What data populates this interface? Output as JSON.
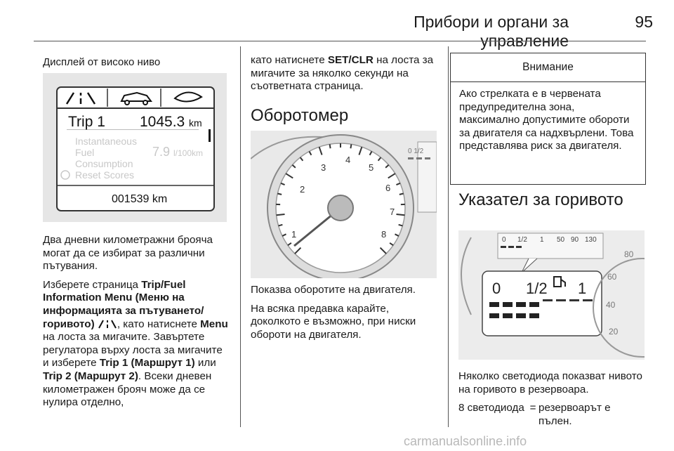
{
  "header": {
    "title": "Прибори и органи за управление",
    "page_number": "95"
  },
  "col1": {
    "heading": "Дисплей от високо ниво",
    "display": {
      "trip_label": "Trip 1",
      "trip_value": "1045.3",
      "trip_unit": "km",
      "menu1": "Instantaneous",
      "menu2": "Fuel",
      "fuel_value": "7.9",
      "fuel_unit": "l/100km",
      "menu3": "Consumption",
      "menu4": "Reset Scores",
      "odometer": "001539 km"
    },
    "p1": "Два дневни километражни брояча могат да се избират за различни пътувания.",
    "p2_a": "Изберете страница ",
    "p2_b": "Trip/Fuel Information Menu (Меню на информацията за пътуването/горивото)",
    "p2_c": ", като натиснете ",
    "p2_d": "Menu",
    "p2_e": " на лоста за мигачите. Завъртете регулатора върху лоста за мигачите и изберете ",
    "p2_f": "Trip 1 (Маршрут 1)",
    "p2_g": " или ",
    "p2_h": "Trip 2 (Маршрут 2)",
    "p2_i": ". Всеки дневен километражен брояч може да се нулира отделно,"
  },
  "col2": {
    "p1_a": "като натиснете ",
    "p1_b": "SET/CLR",
    "p1_c": " на лоста за мигачите за няколко секунди на съответната страница.",
    "heading": "Оборотомер",
    "gauge_ticks": [
      "1",
      "2",
      "3",
      "4",
      "5",
      "6",
      "7",
      "8"
    ],
    "side_label": "0 1/2",
    "caption": "Показва оборотите на двигателя.",
    "p2": "На всяка предавка карайте, доколкото е възможно, при ниски обороти на двигателя."
  },
  "col3": {
    "warning_title": "Внимание",
    "warning_text": "Ако стрелката е в червената предупредителна зона, максимално допустимите обороти за двигателя са надхвърлени. Това представлява риск за двигателя.",
    "heading": "Указател за горивото",
    "fuel_small": {
      "l0": "0",
      "l1": "1/2",
      "l2": "1",
      "t50": "50",
      "t90": "90",
      "t130": "130"
    },
    "fuel_big": {
      "l0": "0",
      "l1": "1/2",
      "l2": "1"
    },
    "speedo_ticks": [
      "60",
      "40",
      "20",
      "80"
    ],
    "p1": "Няколко светодиода показват нивото на горивото в резервоара.",
    "legend_term": "8 светодиода",
    "legend_eq": "=",
    "legend_def": "резервоарът е пълен."
  },
  "watermark": "carmanualsonline.info"
}
